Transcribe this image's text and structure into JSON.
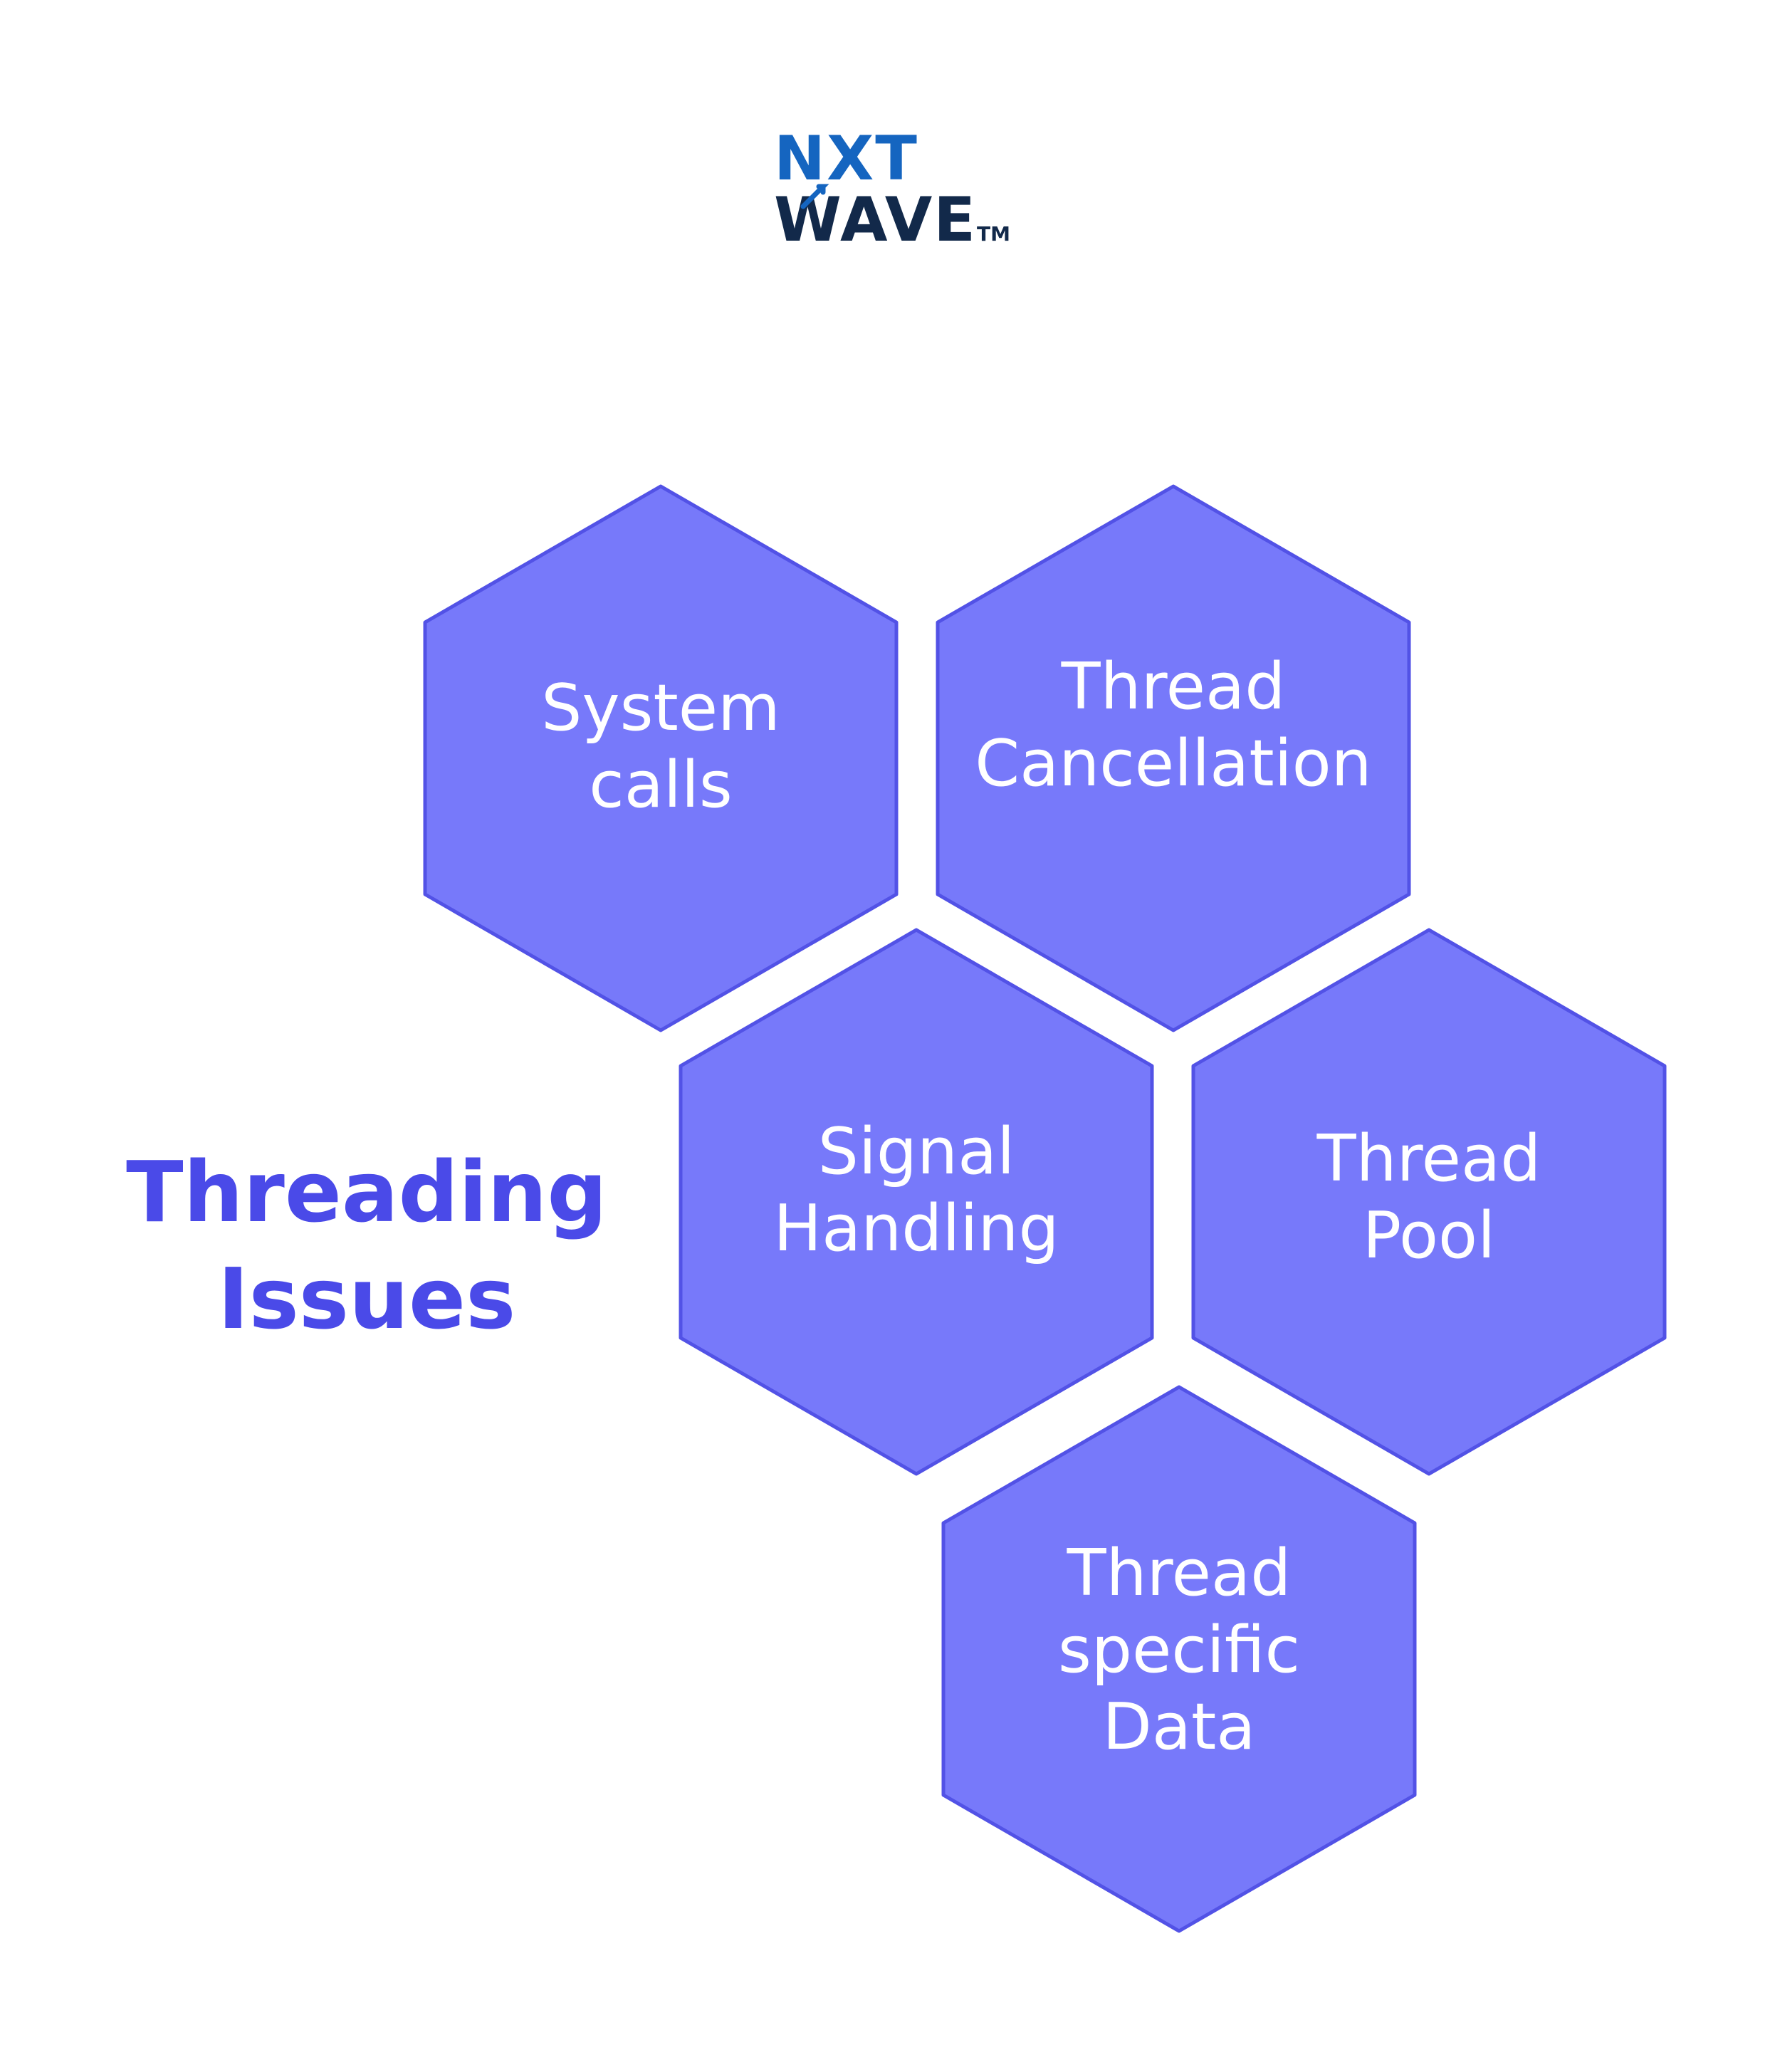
{
  "logo": {
    "line1": "NXT",
    "line2": "WAVE",
    "trademark": "TM",
    "color_line1": "#1565c0",
    "color_line2": "#12294a"
  },
  "title": {
    "line1": "Threading",
    "line2": "Issues",
    "color": "#4a4ae8"
  },
  "hexagon_style": {
    "fill": "#7779fa",
    "stroke": "#5252e6",
    "text_color": "#ffffff"
  },
  "hexagons": [
    {
      "id": "system-calls",
      "lines": [
        "System",
        "calls"
      ]
    },
    {
      "id": "thread-cancellation",
      "lines": [
        "Thread",
        "Cancellation"
      ]
    },
    {
      "id": "signal-handling",
      "lines": [
        "Signal",
        "Handling"
      ]
    },
    {
      "id": "thread-pool",
      "lines": [
        "Thread",
        "Pool"
      ]
    },
    {
      "id": "thread-specific-data",
      "lines": [
        "Thread",
        "specific",
        "Data"
      ]
    }
  ]
}
